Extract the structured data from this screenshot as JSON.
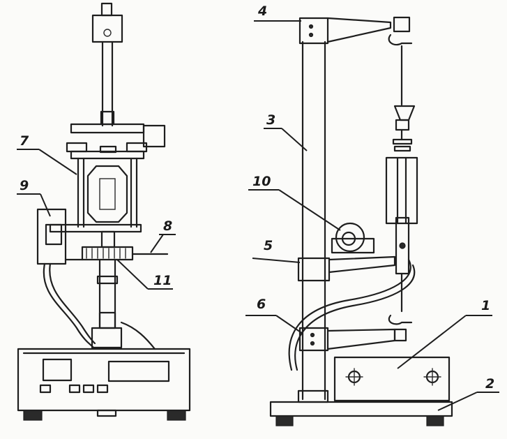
{
  "callouts": {
    "c1": "1",
    "c2": "2",
    "c3": "3",
    "c4": "4",
    "c5": "5",
    "c6": "6",
    "c7": "7",
    "c8": "8",
    "c9": "9",
    "c10": "10",
    "c11": "11"
  },
  "colors": {
    "ink": "#1e1e1e",
    "paper": "#fbfbf9"
  }
}
